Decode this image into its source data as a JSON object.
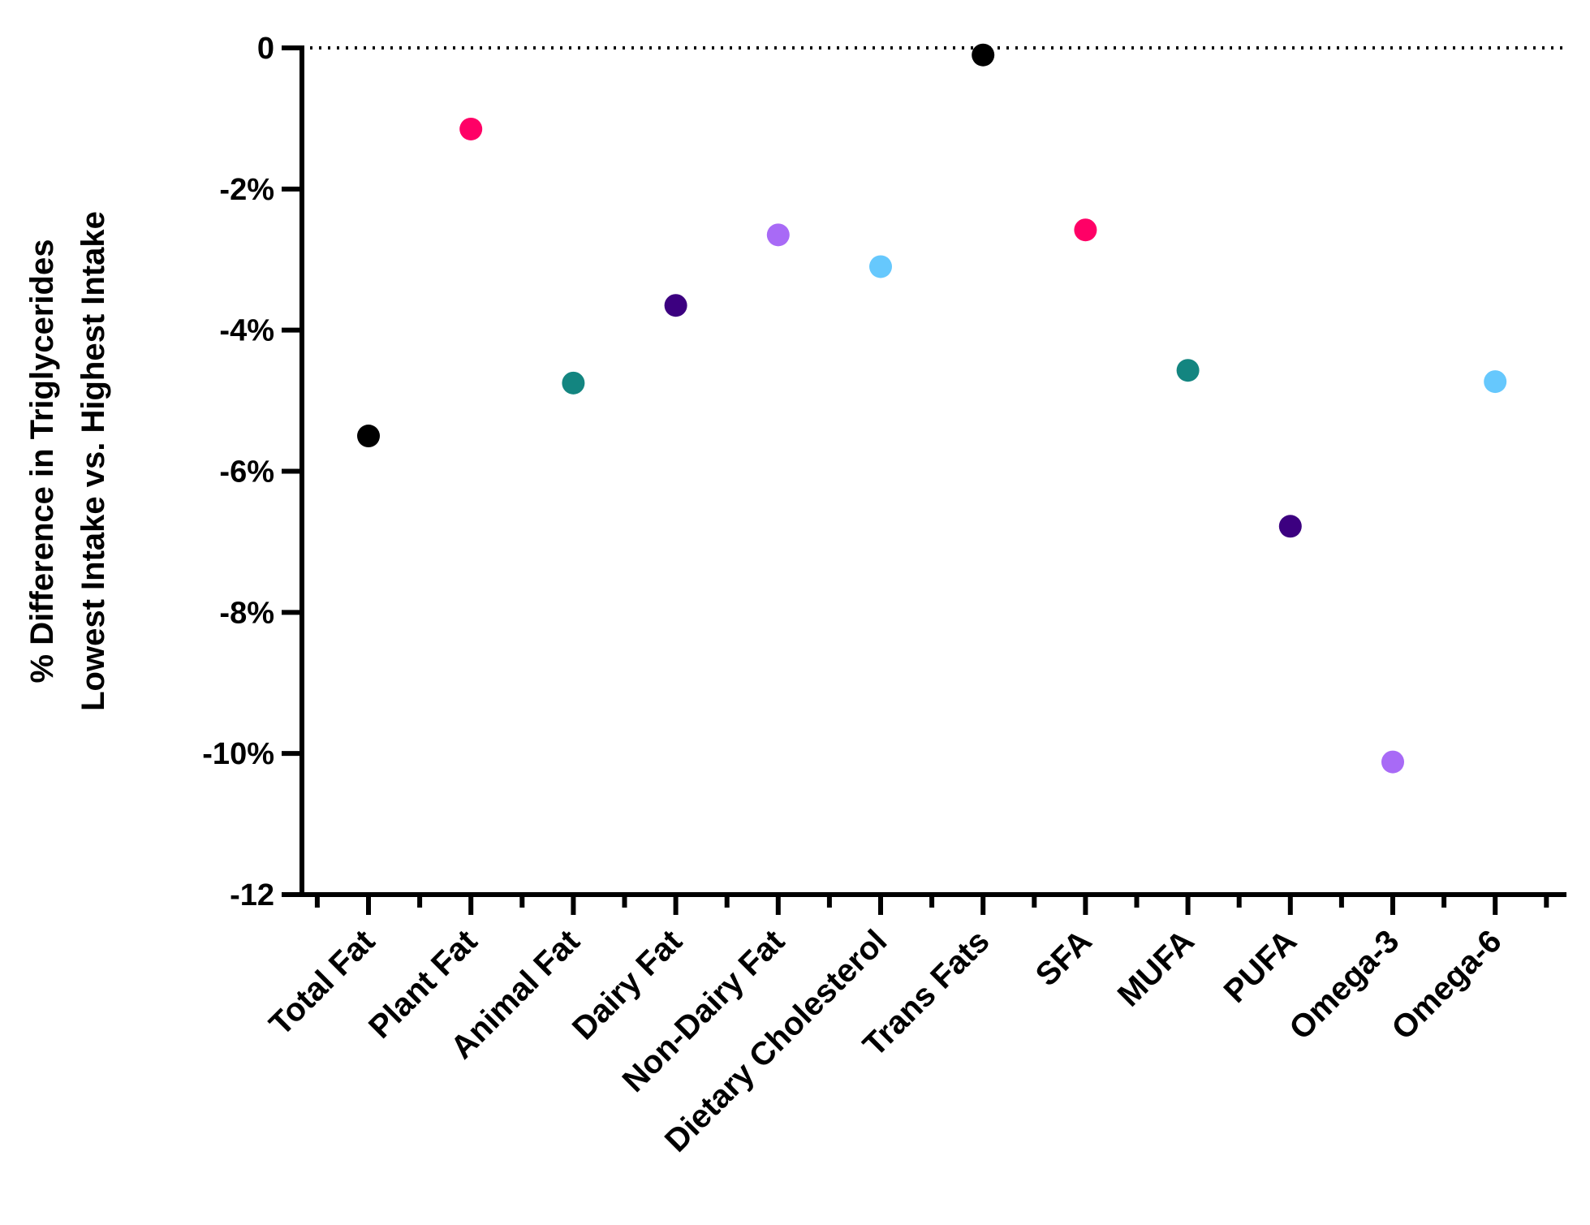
{
  "chart_data": {
    "type": "scatter",
    "title": "",
    "ylabel": [
      "% Difference in Triglycerides",
      "Lowest Intake vs. Highest Intake"
    ],
    "xlabel": "",
    "ylim": [
      -12,
      0
    ],
    "yticks": [
      0,
      -2,
      -4,
      -6,
      -8,
      -10,
      -12
    ],
    "ytick_labels": [
      "0",
      "-2%",
      "-4%",
      "-6%",
      "-8%",
      "-10%",
      "-12"
    ],
    "reference_line": {
      "y": 0,
      "style": "dotted"
    },
    "grid": false,
    "legend": "none",
    "categories": [
      "Total Fat",
      "Plant Fat",
      "Animal Fat",
      "Dairy Fat",
      "Non-Dairy Fat",
      "Dietary Cholesterol",
      "Trans Fats",
      "SFA",
      "MUFA",
      "PUFA",
      "Omega-3",
      "Omega-6"
    ],
    "values": [
      -5.5,
      -1.15,
      -4.75,
      -3.65,
      -2.65,
      -3.1,
      -0.1,
      -2.58,
      -4.57,
      -6.78,
      -10.12,
      -4.73
    ],
    "colors": [
      "#000000",
      "#ff0066",
      "#138580",
      "#3c0080",
      "#a86af6",
      "#66c8fd",
      "#000000",
      "#ff0066",
      "#138580",
      "#3c0080",
      "#a86af6",
      "#66c8fd"
    ]
  }
}
